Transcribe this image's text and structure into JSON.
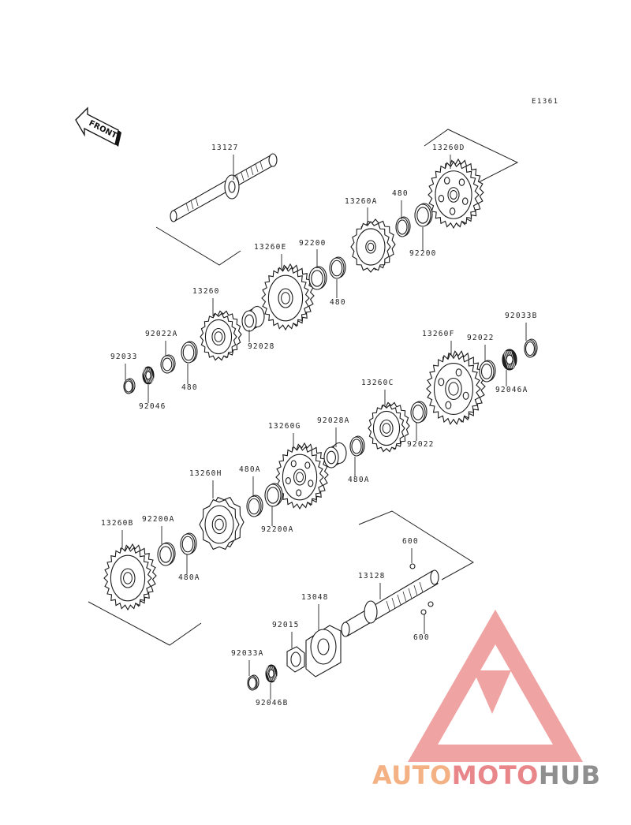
{
  "diagram_code": "E1361",
  "front_label": "FRONT",
  "watermark": {
    "brand_part1": "AUTO",
    "brand_part2": "MOTO",
    "brand_part3": "HUB",
    "color_orange": "#f4b183",
    "color_red": "#e8868a",
    "color_gray": "#8f8f8f",
    "logo_color": "#ee9a98"
  },
  "parts": [
    {
      "id": "13127",
      "label": "13127"
    },
    {
      "id": "13260D",
      "label": "13260D"
    },
    {
      "id": "480-a",
      "label": "480"
    },
    {
      "id": "13260A",
      "label": "13260A"
    },
    {
      "id": "92200-a",
      "label": "92200"
    },
    {
      "id": "13260E",
      "label": "13260E"
    },
    {
      "id": "92200-b",
      "label": "92200"
    },
    {
      "id": "480-b",
      "label": "480"
    },
    {
      "id": "13260",
      "label": "13260"
    },
    {
      "id": "92028",
      "label": "92028"
    },
    {
      "id": "92022A",
      "label": "92022A"
    },
    {
      "id": "92033",
      "label": "92033"
    },
    {
      "id": "480-c",
      "label": "480"
    },
    {
      "id": "92046",
      "label": "92046"
    },
    {
      "id": "13260F",
      "label": "13260F"
    },
    {
      "id": "92022-a",
      "label": "92022"
    },
    {
      "id": "92033B",
      "label": "92033B"
    },
    {
      "id": "92046A",
      "label": "92046A"
    },
    {
      "id": "13260C",
      "label": "13260C"
    },
    {
      "id": "92022-b",
      "label": "92022"
    },
    {
      "id": "13260G",
      "label": "13260G"
    },
    {
      "id": "92028A",
      "label": "92028A"
    },
    {
      "id": "480A-a",
      "label": "480A"
    },
    {
      "id": "13260H",
      "label": "13260H"
    },
    {
      "id": "480A-b",
      "label": "480A"
    },
    {
      "id": "92200A-a",
      "label": "92200A"
    },
    {
      "id": "13260B",
      "label": "13260B"
    },
    {
      "id": "92200A-b",
      "label": "92200A"
    },
    {
      "id": "480A-c",
      "label": "480A"
    },
    {
      "id": "600-a",
      "label": "600"
    },
    {
      "id": "13128",
      "label": "13128"
    },
    {
      "id": "13048",
      "label": "13048"
    },
    {
      "id": "92015",
      "label": "92015"
    },
    {
      "id": "600-b",
      "label": "600"
    },
    {
      "id": "92033A",
      "label": "92033A"
    },
    {
      "id": "92046B",
      "label": "92046B"
    }
  ]
}
